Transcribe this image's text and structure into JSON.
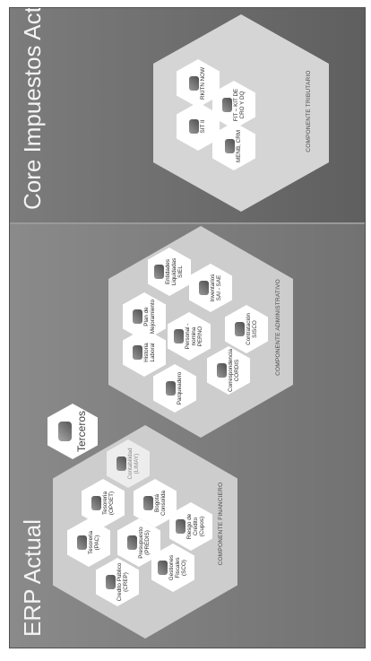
{
  "erp": {
    "title": "ERP Actual",
    "financiero": {
      "caption": "COMPONENTE FINANCIERO",
      "cells": [
        {
          "label": "Tesoreria\n(PAC)",
          "icon": "treasury-icon"
        },
        {
          "label": "Tesoreria\n(OPGET)",
          "icon": "treasury-icon"
        },
        {
          "label": "Contabilidad\n(LIMAY)",
          "icon": "accounting-icon"
        },
        {
          "label": "Credito Público\n(CREP)",
          "icon": "money-icon"
        },
        {
          "label": "Presupuesto\n(PREDIS)",
          "icon": "budget-icon"
        },
        {
          "label": "Bogotá\nConsolida",
          "icon": "consolidation-icon"
        },
        {
          "label": "Gestiones\nFiscales\n(SCO)",
          "icon": "fiscal-icon"
        },
        {
          "label": "Riesgo de\nCrédito\n(Cupos)",
          "icon": "risk-icon"
        }
      ]
    },
    "terceros": {
      "label": "Terceros",
      "icon": "people-icon"
    },
    "administrativo": {
      "caption": "COMPONENTE ADMINISTRATIVO",
      "cells": [
        {
          "label": "Historia\nLaboral",
          "icon": "labor-history-icon"
        },
        {
          "label": "Plan de\nMejoramiento",
          "icon": "improvement-icon"
        },
        {
          "label": "Entidades\nLiquidadas\nSIEL",
          "icon": "entities-icon"
        },
        {
          "label": "Parqueadero",
          "icon": "parking-icon"
        },
        {
          "label": "Personal -\nnomina\nPERNO",
          "icon": "payroll-icon"
        },
        {
          "label": "Inventarios\nSAI - SAE",
          "icon": "inventory-icon"
        },
        {
          "label": "Correspondencia\nCORDIS",
          "icon": "mail-icon"
        },
        {
          "label": "Contratación\nSISCO",
          "icon": "contract-icon"
        }
      ]
    }
  },
  "core": {
    "title": "Core Impuestos Actual",
    "caption": "COMPONENTE TRIBUTARIO",
    "cells": [
      {
        "label": "SIT II",
        "icon": "tax-system-icon"
      },
      {
        "label": "RKITN NOW",
        "icon": "tax-report-icon"
      },
      {
        "label": "MENB, CRM",
        "icon": "crm-icon"
      },
      {
        "label": "FIT – KIT DE\nCRO Y DQ",
        "icon": "kit-icon"
      }
    ]
  }
}
